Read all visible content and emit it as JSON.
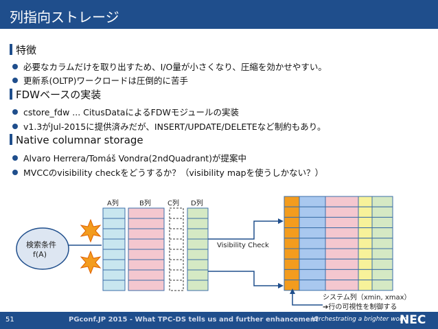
{
  "slide": {
    "title": "列指向ストレージ",
    "sections": [
      {
        "heading": "特徴",
        "bullets": [
          "必要なカラムだけを取り出すため、I/O量が小さくなり、圧縮を効かせやすい。",
          "更新系(OLTP)ワークロードは圧倒的に苦手"
        ]
      },
      {
        "heading": "FDWベースの実装",
        "bullets": [
          "cstore_fdw ... CitusDataによるFDWモジュールの実装",
          "v1.3がJul-2015に提供済みだが、INSERT/UPDATE/DELETEなど制約もあり。"
        ]
      },
      {
        "heading": "Native columnar storage",
        "bullets": [
          "Alvaro Herrera/Tomáš Vondra(2ndQuadrant)が提案中",
          "MVCCのvisibility checkをどうするか？（visibility mapを使うしかない？）"
        ]
      }
    ]
  },
  "diagram": {
    "column_labels": [
      "A列",
      "B列",
      "C列",
      "D列"
    ],
    "condition_label_1": "検索条件",
    "condition_label_2": "f(A)",
    "visibility_check_label": "Visibility Check",
    "system_col_label_1": "システム列（xmin, xmax）",
    "system_col_label_2": "➔行の可視性を制御する",
    "colors": {
      "col_a": "#c8e6ef",
      "col_b": "#f4c7cf",
      "col_d": "#d5e9c4",
      "sys_col": "#f39c1e",
      "row_blue": "#a9c8ef",
      "row_pink": "#f4c7cf",
      "row_yellow": "#f7f29a",
      "row_green": "#d5e9c4"
    }
  },
  "footer": {
    "page_number": "51",
    "text": "PGconf.JP 2015 - What TPC-DS tells us and further enhancement",
    "tagline": "\\Orchestrating a brighter world",
    "logo": "NEC"
  }
}
